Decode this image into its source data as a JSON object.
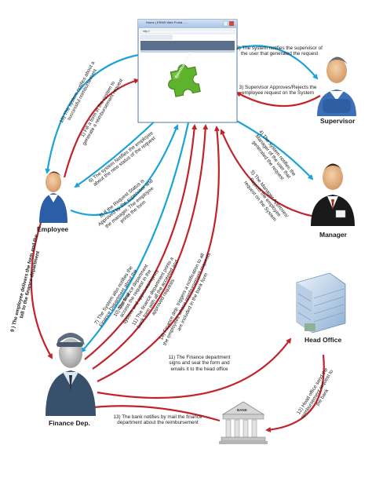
{
  "actors": {
    "supervisor": "Supervisor",
    "employee": "Employee",
    "manager": "Manager",
    "head_office": "Head Office",
    "finance": "Finance Dep."
  },
  "system": {
    "window_title": "Home | ERMS Web Portal - ...",
    "address_text": "http://",
    "logo_text": "Reimbursement",
    "bank_sign": "BANK"
  },
  "steps": {
    "s1": "1) Fill a form in the system to\ngenerate a reimbursement request",
    "s2": "2) The system notifies the supervisor of\nthe user that generated the request",
    "s3": "3) Supervisor Approves/Rejects the\nemployee request on the System",
    "s4": "4) The system notifies the\nManager of the user that\ngenerated the request",
    "s5": "5) The Manager Approves/\nRejects the employee\nrequest on the System",
    "s6": "6) The system Notifies the employee\nabout the new status of the request",
    "s8": "8) If the Request Status is\nApproved by the supervisor and\nthe manager. The employee\nprints the form",
    "s7": "7) The System also notifies the\nFinance Department about the\napproval",
    "s9": "9 ) The employee delivers the form and the\nbill to the finance department",
    "s10": "10) The finance department\naccess the request in the\nsystem and approves/rejects",
    "s13": "13) The bank notifies by mail the finance\ndepartment about the reimbursement",
    "s14": "14) Finance dep. triggers a notification to all\nthe employees whose reimbursement requests\nare included in the bank form",
    "s15": "15) The system notifies about a\nsuccessful reimbursement",
    "s16": "11) The finance department prints a\nbank form with all the accepted and\napproved requests",
    "s11": "11) The Finance department\nsigns and seal the form and\nemails it to the head office",
    "s12": "12) Head office send the\nreimbursement request to\nthe bank"
  },
  "colors": {
    "blue_arrow": "#1aa3d8",
    "red_arrow": "#c0242a",
    "puzzle_green": "#5fb32c"
  }
}
